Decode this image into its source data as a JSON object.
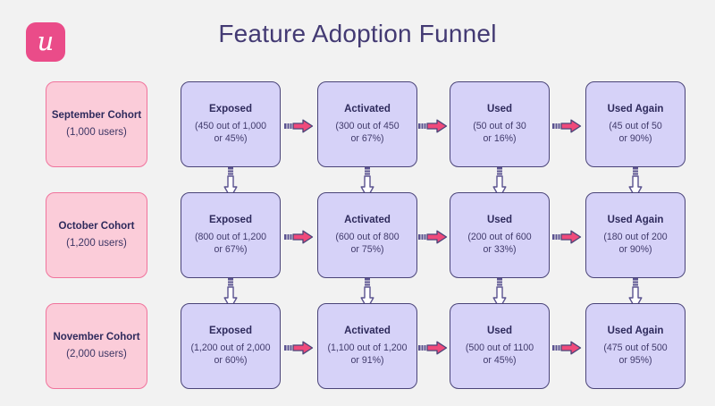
{
  "brand": {
    "logo_icon": "userpilot-u-logo-icon",
    "logo_glyph": "u",
    "logo_color": "#ea4c89"
  },
  "header": {
    "title": "Feature Adoption Funnel"
  },
  "palette": {
    "page_background": "#f2f2f2",
    "cohort_fill": "#fbccd9",
    "cohort_border": "#f0739c",
    "stage_fill": "#d6d2f8",
    "stage_border": "#4a4478",
    "text_dark": "#2e2a5c",
    "arrow_horizontal": "#ef4a7b",
    "arrow_vertical": "#5b5390"
  },
  "chart_data": {
    "type": "table",
    "title": "Feature Adoption Funnel",
    "stage_names": [
      "Exposed",
      "Activated",
      "Used",
      "Used Again"
    ],
    "cohorts": [
      {
        "name": "September Cohort",
        "size_label": "(1,000 users)",
        "size": 1000,
        "stages": [
          {
            "label": "Exposed",
            "detail_line1": "(450 out of 1,000",
            "detail_line2": "or 45%)",
            "count": 450,
            "base": 1000,
            "percent": 45
          },
          {
            "label": "Activated",
            "detail_line1": "(300 out of 450",
            "detail_line2": "or 67%)",
            "count": 300,
            "base": 450,
            "percent": 67
          },
          {
            "label": "Used",
            "detail_line1": "(50 out of 30",
            "detail_line2": "or 16%)",
            "count": 50,
            "base": 30,
            "percent": 16
          },
          {
            "label": "Used Again",
            "detail_line1": "(45 out of 50",
            "detail_line2": "or 90%)",
            "count": 45,
            "base": 50,
            "percent": 90
          }
        ]
      },
      {
        "name": "October Cohort",
        "size_label": "(1,200 users)",
        "size": 1200,
        "stages": [
          {
            "label": "Exposed",
            "detail_line1": "(800 out of 1,200",
            "detail_line2": "or 67%)",
            "count": 800,
            "base": 1200,
            "percent": 67
          },
          {
            "label": "Activated",
            "detail_line1": "(600 out of 800",
            "detail_line2": "or 75%)",
            "count": 600,
            "base": 800,
            "percent": 75
          },
          {
            "label": "Used",
            "detail_line1": "(200 out of 600",
            "detail_line2": "or 33%)",
            "count": 200,
            "base": 600,
            "percent": 33
          },
          {
            "label": "Used Again",
            "detail_line1": "(180 out of 200",
            "detail_line2": "or 90%)",
            "count": 180,
            "base": 200,
            "percent": 90
          }
        ]
      },
      {
        "name": "November Cohort",
        "size_label": "(2,000 users)",
        "size": 2000,
        "stages": [
          {
            "label": "Exposed",
            "detail_line1": "(1,200 out of 2,000",
            "detail_line2": "or 60%)",
            "count": 1200,
            "base": 2000,
            "percent": 60
          },
          {
            "label": "Activated",
            "detail_line1": "(1,100 out of 1,200",
            "detail_line2": "or 91%)",
            "count": 1100,
            "base": 1200,
            "percent": 91
          },
          {
            "label": "Used",
            "detail_line1": "(500 out of 1100",
            "detail_line2": "or 45%)",
            "count": 500,
            "base": 1100,
            "percent": 45
          },
          {
            "label": "Used Again",
            "detail_line1": "(475 out of 500",
            "detail_line2": "or 95%)",
            "count": 475,
            "base": 500,
            "percent": 95
          }
        ]
      }
    ]
  }
}
